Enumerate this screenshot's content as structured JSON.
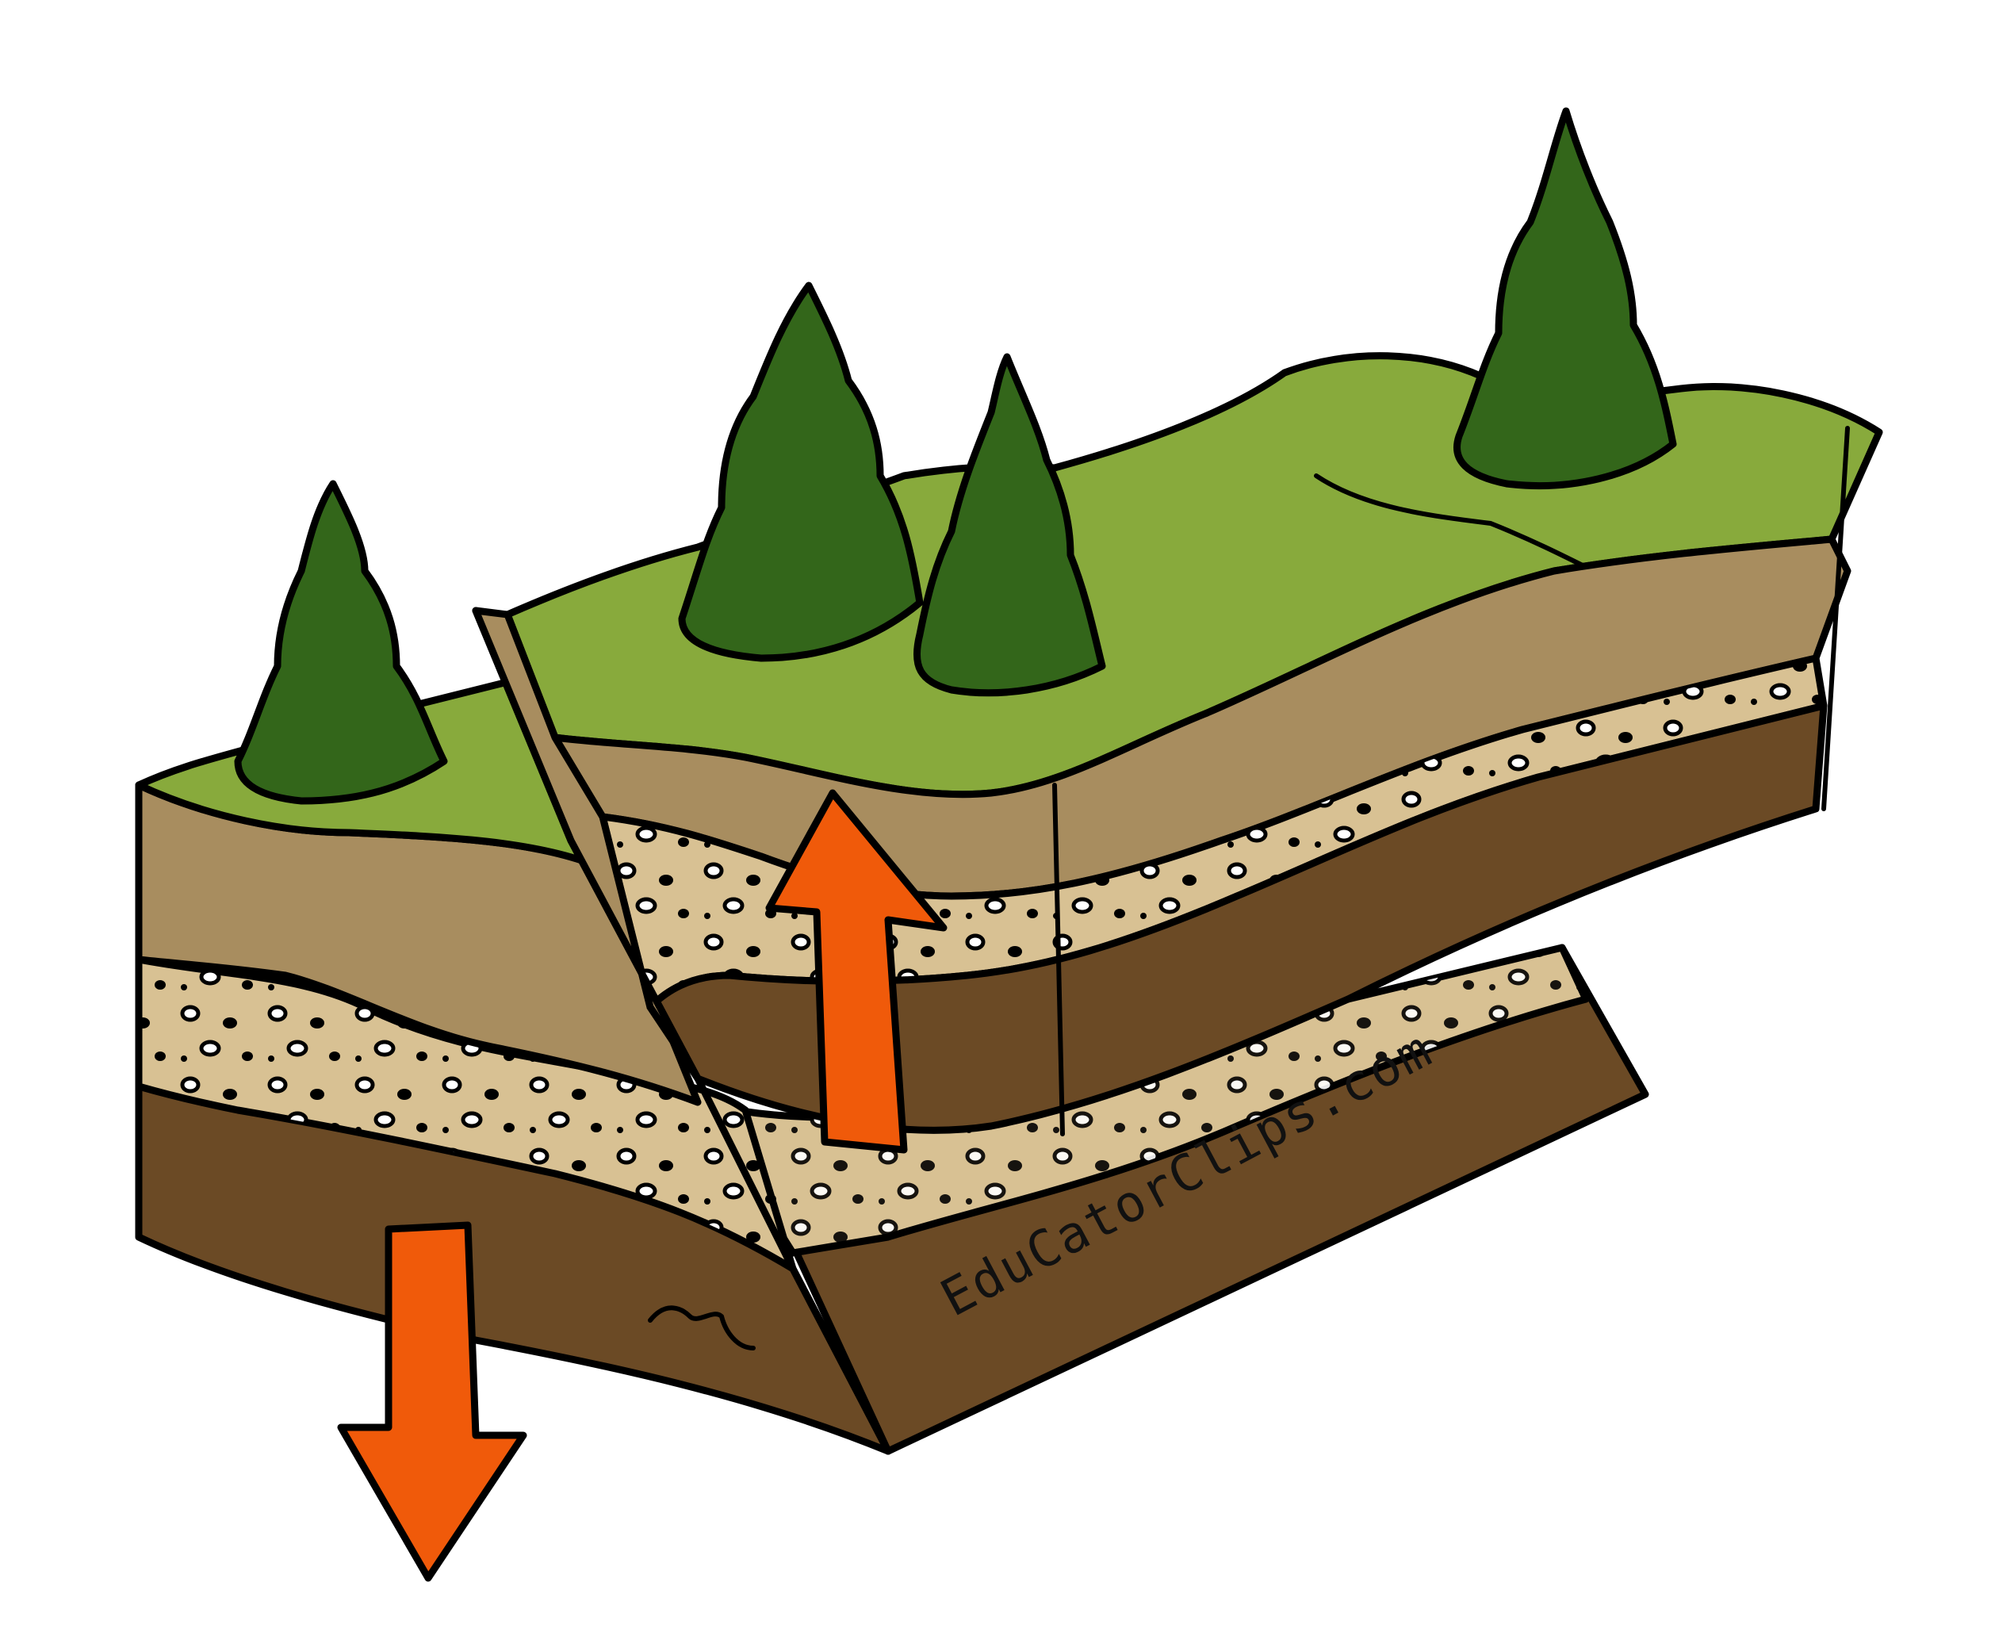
{
  "watermark": "EduCatorClips.com",
  "colors": {
    "grass": "#88aa3c",
    "topsoil": "#a88d5f",
    "gravel": "#d8c193",
    "bedrock": "#6b4a25",
    "tree": "#33661a",
    "arrow": "#f05a0a",
    "outline": "#000000"
  },
  "icons": {
    "up_arrow": "arrow-up-icon",
    "down_arrow": "arrow-down-icon",
    "tree": "pine-tree-icon"
  },
  "layers": [
    "grass",
    "topsoil",
    "gravel",
    "bedrock"
  ]
}
